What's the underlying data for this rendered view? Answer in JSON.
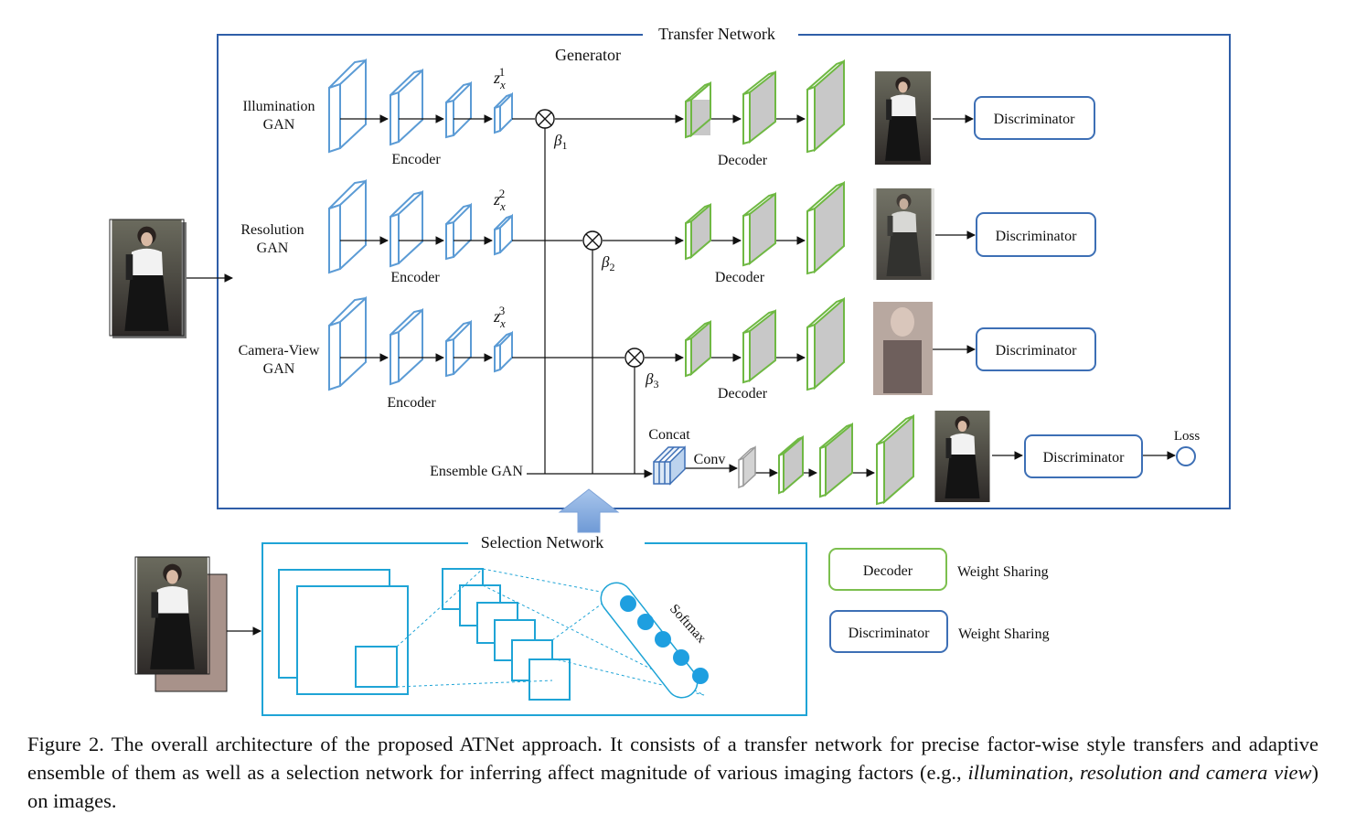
{
  "transfer_network": {
    "title": "Transfer Network",
    "generator_label": "Generator",
    "branches": [
      {
        "name": "Illumination\nGAN",
        "encoder": "Encoder",
        "decoder": "Decoder",
        "latent": "z",
        "latent_sub": "x",
        "latent_sup": "1",
        "beta": "β",
        "beta_sub": "1",
        "discriminator": "Discriminator"
      },
      {
        "name": "Resolution\nGAN",
        "encoder": "Encoder",
        "decoder": "Decoder",
        "latent": "z",
        "latent_sub": "x",
        "latent_sup": "2",
        "beta": "β",
        "beta_sub": "2",
        "discriminator": "Discriminator"
      },
      {
        "name": "Camera-View\nGAN",
        "encoder": "Encoder",
        "decoder": "Decoder",
        "latent": "z",
        "latent_sub": "x",
        "latent_sup": "3",
        "beta": "β",
        "beta_sub": "3",
        "discriminator": "Discriminator"
      }
    ],
    "ensemble": {
      "name": "Ensemble GAN",
      "concat": "Concat",
      "conv": "Conv",
      "discriminator": "Discriminator",
      "loss": "Loss"
    }
  },
  "selection_network": {
    "title": "Selection Network",
    "softmax": "Softmax"
  },
  "legend": [
    {
      "box": "Decoder",
      "text": "Weight Sharing",
      "color": "#7cbf4e"
    },
    {
      "box": "Discriminator",
      "text": "Weight Sharing",
      "color": "#3d6fb5"
    }
  ],
  "colors": {
    "encoder": "#5b9bd5",
    "decoder": "#6fb843",
    "discriminator": "#3d6fb5",
    "selection": "#1fa4d6",
    "softmax_dot": "#1e9fe0",
    "frame": "#2f5ea8"
  },
  "caption": {
    "prefix": "Figure 2. The overall architecture of the proposed ATNet approach. It consists of a transfer network for precise factor-wise style transfers and adaptive ensemble of them as well as a selection network for inferring affect magnitude of various imaging factors (e.g., ",
    "italic": "illumination, resolution and camera view",
    "suffix": ") on images."
  }
}
